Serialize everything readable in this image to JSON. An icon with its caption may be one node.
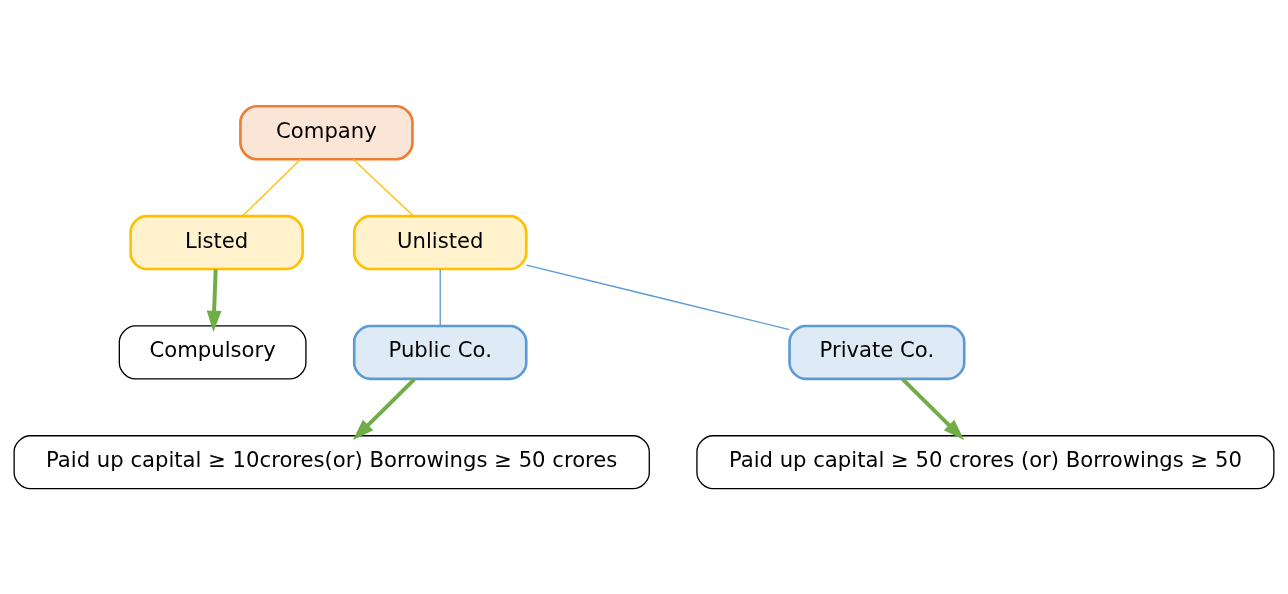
{
  "diagram": {
    "nodes": [
      {
        "text": [
          "Company"
        ]
      },
      {
        "text": [
          "Listed"
        ]
      },
      {
        "text": [
          "Unlisted"
        ]
      },
      {
        "text": [
          "Public Co."
        ]
      },
      {
        "text": [
          "Private Co."
        ]
      },
      {
        "text": [
          "Compulsory"
        ]
      },
      {
        "text": [
          "Paid up capital ≥ 10crores(or) Borrowings ≥ 50 crores"
        ]
      },
      {
        "text": [
          "Paid up capital ≥ 50 crores (or) Borrowings ≥ 50"
        ]
      }
    ],
    "edges": [
      {
        "from": 0,
        "to": 1,
        "arrow": "none",
        "color": "#ffc000"
      },
      {
        "from": 0,
        "to": 2,
        "arrow": "none",
        "color": "#ffc000"
      },
      {
        "from": 2,
        "to": 3,
        "arrow": "none",
        "color": "#5b9bd5"
      },
      {
        "from": 2,
        "to": 4,
        "arrow": "none",
        "color": "#5b9bd5"
      },
      {
        "from": 1,
        "to": 5,
        "arrow": "to",
        "style": "thick",
        "color": "#70ad47"
      },
      {
        "from": 3,
        "to": 6,
        "arrow": "to",
        "style": "thick",
        "color": "#70ad47"
      },
      {
        "from": 4,
        "to": 7,
        "arrow": "to",
        "style": "thick",
        "color": "#70ad47"
      }
    ]
  }
}
